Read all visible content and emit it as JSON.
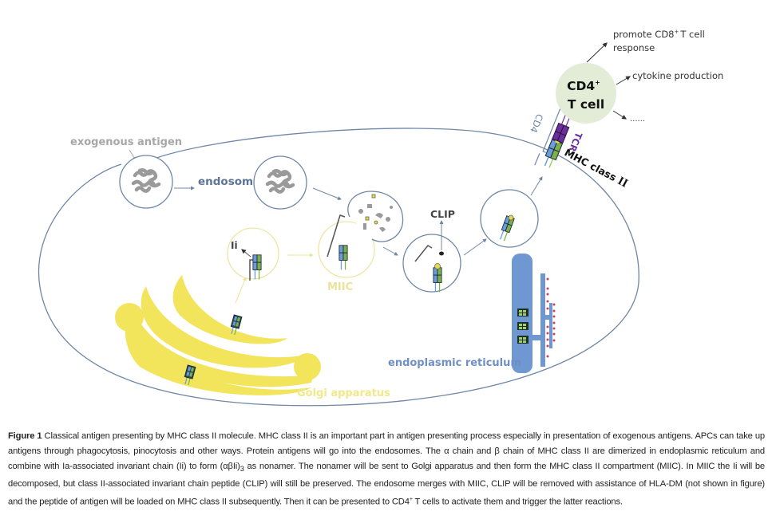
{
  "labels": {
    "exogenous_antigen": "exogenous antigen",
    "endosome": "endosome",
    "li": "Ii",
    "miic": "MIIC",
    "clip": "CLIP",
    "golgi": "Golgi apparatus",
    "er": "endoplasmic reticulum",
    "mhc_class": "MHC class",
    "mhc_numeral": "II",
    "tcr": "TCR",
    "cd4": "CD4",
    "tcell_line1": "CD4",
    "tcell_sup": "+",
    "tcell_line2": "T cell",
    "promote_line1_a": "promote CD8",
    "promote_sup": "+",
    "promote_line1_b": "T cell",
    "promote_line2": "response",
    "cytokine": "cytokine production",
    "ellipsis": "......"
  },
  "colors": {
    "membrane": "#6f86a6",
    "golgi_yellow": "#f2e55c",
    "er_blue": "#6f97d2",
    "alpha_chain": "#6b9bd8",
    "beta_chain": "#7cb04a",
    "tcr_purple": "#6a2f9a",
    "tcell_fill": "#e2ecd6",
    "antigen_grey": "#9a9a9a",
    "ribosome_red": "#d0405a"
  },
  "caption": {
    "figure_label": "Figure 1",
    "text_1": " Classical antigen presenting by MHC class II molecule. MHC class II is an important part in antigen presenting process especially in presentation of exogenous antigens. APCs can take up antigens through phagocytosis, pinocytosis and other ways. Protein antigens will go into the endosomes. The α chain and β chain of MHC class II are dimerized in endoplasmic reticulum and combine with Ia-associated invariant chain (Ii) to form (αβIi)",
    "subscript": "3",
    "text_2": " as nonamer. The nonamer will be sent to Golgi apparatus and then form the MHC class II compartment (MIIC). In MIIC the Ii will be decomposed, but class II-associated invariant chain peptide (CLIP) will still be preserved. The endosome merges with MIIC, CLIP will be removed with assistance of HLA-DM (not shown in figure) and the peptide of antigen will be loaded on MHC class II subsequently. Then it can be presented to CD4",
    "sup": "+",
    "text_3": " T cells to activate them and trigger the latter reactions."
  }
}
